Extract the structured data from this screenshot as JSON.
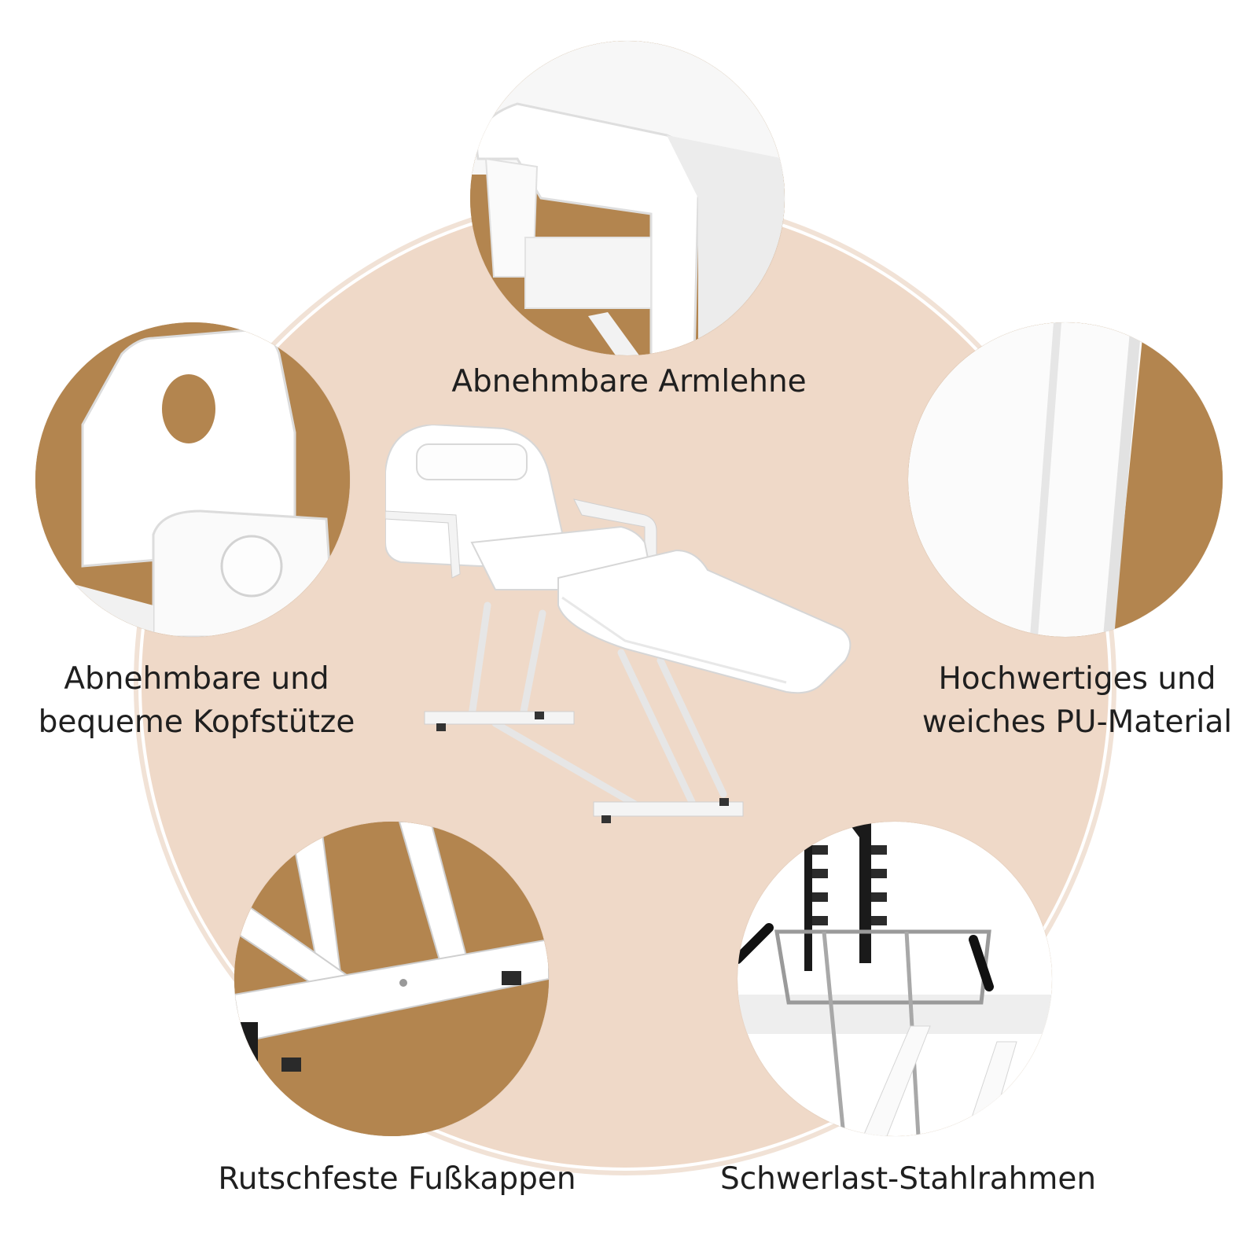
{
  "features": [
    {
      "id": "armrest",
      "lines": [
        "Abnehmbare Armlehne"
      ]
    },
    {
      "id": "headrest",
      "lines": [
        "Abnehmbare und",
        "bequeme Kopfstütze"
      ]
    },
    {
      "id": "material",
      "lines": [
        "Hochwertiges und",
        "weiches PU-Material"
      ]
    },
    {
      "id": "feet",
      "lines": [
        "Rutschfeste Fußkappen"
      ]
    },
    {
      "id": "frame",
      "lines": [
        "Schwerlast-Stahlrahmen"
      ]
    }
  ],
  "colors": {
    "accent": "#b3854f",
    "background_disc": "#efd9c8",
    "upholstery": "#ffffff",
    "text": "#1f1f1f"
  }
}
